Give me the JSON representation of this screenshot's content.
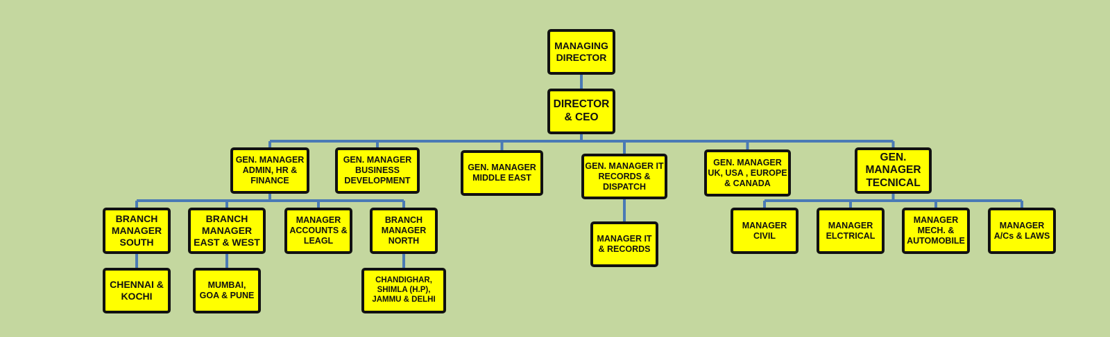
{
  "org_chart": {
    "colors": {
      "background": "#c4d79f",
      "box_fill": "#ffff00",
      "box_border": "#111111",
      "connector": "#4a7ab5"
    },
    "nodes": {
      "md": "MANAGING\nDIRECTOR",
      "ceo": "DIRECTOR\n& CEO",
      "gm_admin": "GEN. MANAGER\nADMIN, HR &\nFINANCE",
      "gm_bd": "GEN. MANAGER\nBUSINESS\nDEVELOPMENT",
      "gm_me": "GEN. MANAGER\nMIDDLE EAST",
      "gm_it": "GEN. MANAGER IT\nRECORDS &\nDISPATCH",
      "gm_uk": "GEN. MANAGER\nUK, USA , EUROPE\n& CANADA",
      "gm_tech": "GEN.\nMANAGER\nTECNICAL",
      "bm_south": "BRANCH\nMANAGER\nSOUTH",
      "bm_ew": "BRANCH\nMANAGER\nEAST & WEST",
      "mgr_acc": "MANAGER\nACCOUNTS &\nLEAGL",
      "bm_north": "BRANCH\nMANAGER\nNORTH",
      "chennai": "CHENNAI &\nKOCHI",
      "mumbai": "MUMBAI,\nGOA & PUNE",
      "chandighar": "CHANDIGHAR,\nSHIMLA (H.P),\nJAMMU & DELHI",
      "mgr_it": "MANAGER IT\n& RECORDS",
      "mgr_civil": "MANAGER\nCIVIL",
      "mgr_elec": "MANAGER\nELCTRICAL",
      "mgr_mech": "MANAGER\nMECH. &\nAUTOMOBILE",
      "mgr_acs": "MANAGER\nA/Cs & LAWS"
    },
    "edges": [
      [
        "md",
        "ceo"
      ],
      [
        "ceo",
        "gm_admin"
      ],
      [
        "ceo",
        "gm_bd"
      ],
      [
        "ceo",
        "gm_me"
      ],
      [
        "ceo",
        "gm_it"
      ],
      [
        "ceo",
        "gm_uk"
      ],
      [
        "ceo",
        "gm_tech"
      ],
      [
        "gm_admin",
        "bm_south"
      ],
      [
        "gm_admin",
        "bm_ew"
      ],
      [
        "gm_admin",
        "mgr_acc"
      ],
      [
        "gm_admin",
        "bm_north"
      ],
      [
        "bm_south",
        "chennai"
      ],
      [
        "bm_ew",
        "mumbai"
      ],
      [
        "bm_north",
        "chandighar"
      ],
      [
        "gm_it",
        "mgr_it"
      ],
      [
        "gm_tech",
        "mgr_civil"
      ],
      [
        "gm_tech",
        "mgr_elec"
      ],
      [
        "gm_tech",
        "mgr_mech"
      ],
      [
        "gm_tech",
        "mgr_acs"
      ]
    ]
  }
}
